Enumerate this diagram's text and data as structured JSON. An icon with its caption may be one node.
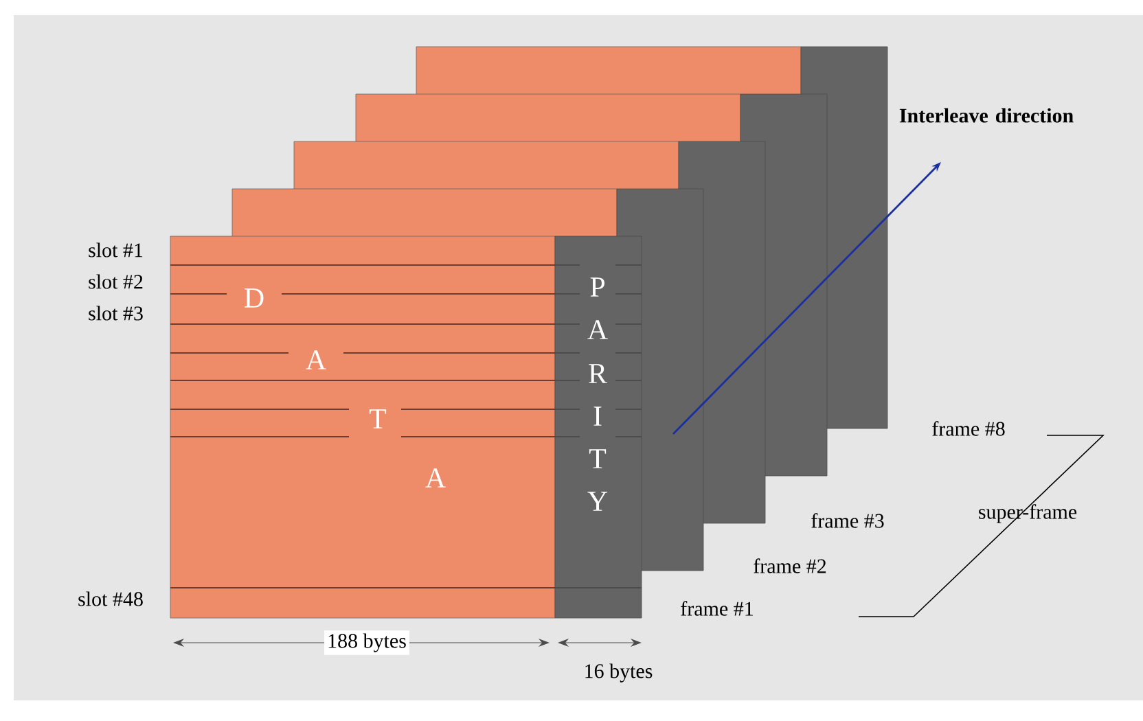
{
  "diagram": {
    "labels": [
      "Interleave direction",
      "slot #1",
      "slot #2",
      "slot #3",
      "slot #48",
      "D",
      "A",
      "T",
      "A",
      "P",
      "A",
      "R",
      "I",
      "T",
      "Y",
      "frame #8",
      "frame #3",
      "super-frame",
      "frame #2",
      "frame #1",
      "188 bytes",
      "16 bytes"
    ]
  }
}
